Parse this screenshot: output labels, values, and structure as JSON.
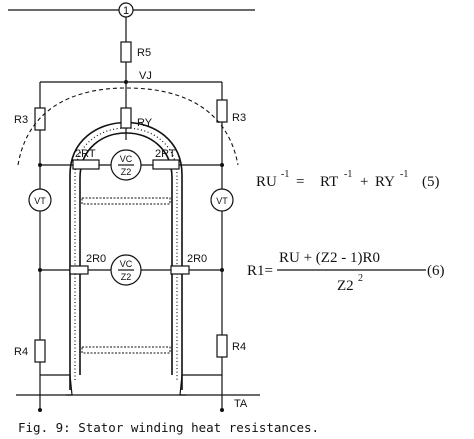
{
  "labels": {
    "source": "1",
    "r5": "R5",
    "vj": "VJ",
    "r3_left": "R3",
    "r3_right": "R3",
    "ry": "RY",
    "rt_left": "2RT",
    "rt_right": "2RT",
    "vc_top_num": "VC",
    "vc_top_den": "Z2",
    "vt_left": "VT",
    "vt_right": "VT",
    "r0_left": "2R0",
    "r0_right": "2R0",
    "vc_bot_num": "VC",
    "vc_bot_den": "Z2",
    "r4_left": "R4",
    "r4_right": "R4",
    "ta": "TA"
  },
  "equations": {
    "eq5": {
      "lhs": "RU",
      "lhs_exp": "-1",
      "eq": "=",
      "t1": "RT",
      "t1_exp": "-1",
      "plus": "+",
      "t2": "RY",
      "t2_exp": "-1",
      "number": "(5)"
    },
    "eq6": {
      "lhs": "R1=",
      "numerator": "RU + (Z2 - 1)R0",
      "denominator": "Z2",
      "den_exp": "2",
      "number": "(6)"
    }
  },
  "caption": "Fig. 9: Stator winding heat resistances."
}
